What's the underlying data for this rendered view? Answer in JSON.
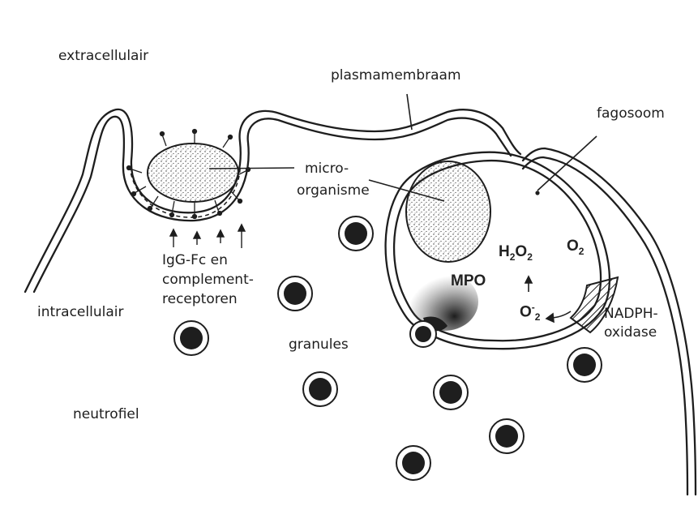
{
  "labels": {
    "extracellular": "extracellulair",
    "plasma_membrane": "plasmamembraam",
    "phagosome": "fagosoom",
    "microorganism_1": "micro-",
    "microorganism_2": "organisme",
    "receptors_1": "IgG-Fc en",
    "receptors_2": "complement-",
    "receptors_3": "receptoren",
    "intracellular": "intracellulair",
    "granules": "granules",
    "neutrophil": "neutrofiel",
    "nadph_1": "NADPH-",
    "nadph_2": "oxidase"
  },
  "chem": {
    "mpo": "MPO",
    "h2o2_h": "H",
    "h2o2_2a": "2",
    "h2o2_o": "O",
    "h2o2_2b": "2",
    "o2_o": "O",
    "o2_2": "2",
    "superoxide_o": "O",
    "superoxide_sup": "-",
    "superoxide_sub": "2"
  },
  "colors": {
    "ink": "#1e1e1e",
    "background": "#ffffff"
  }
}
